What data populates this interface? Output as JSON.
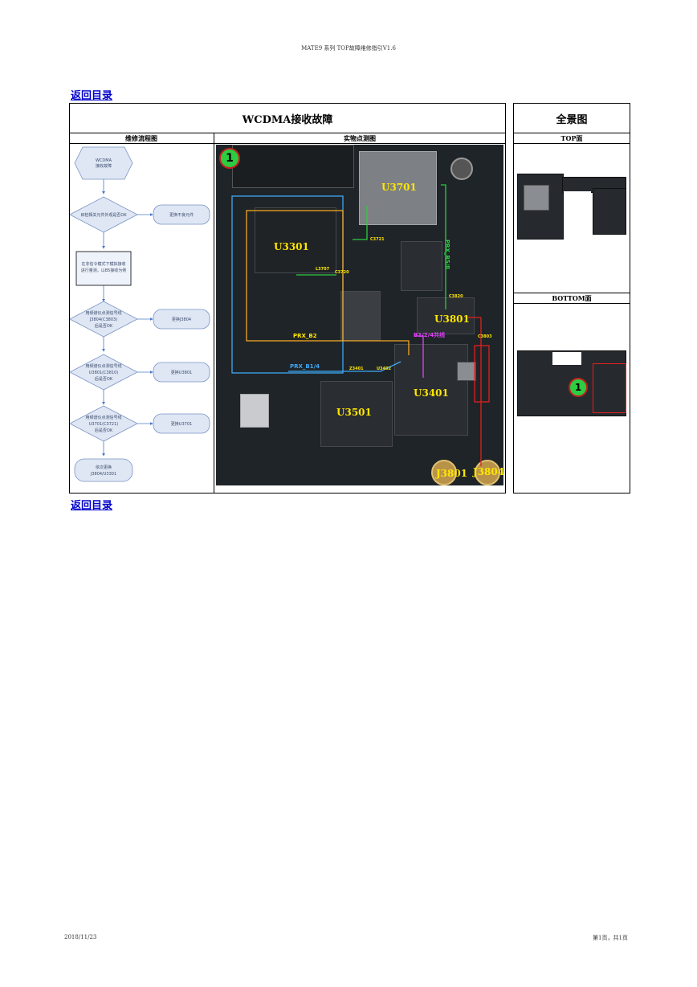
{
  "header": {
    "title": "MATE9 系列 TOP故障维修指引V1.6"
  },
  "nav": {
    "back_top": "返回目录",
    "back_bottom": "返回目录"
  },
  "table": {
    "title": "WCDMA接收故障",
    "overview_title": "全景图",
    "col_flow": "维修流程图",
    "col_photo": "实物点测图",
    "top_label": "TOP面",
    "bottom_label": "BOTTOM面"
  },
  "flowchart": {
    "start": [
      "WCDMA",
      "接收故障"
    ],
    "step1": "目检相关元件外观是否OK",
    "step1_action": "更换不良元件",
    "step2": [
      "在非信令模式下模拟接收",
      "进行量测，以B5接收为例"
    ],
    "step3": [
      "用频谱仪点测信号线",
      "J3804(C3803)",
      "后是否OK"
    ],
    "step3_action": "更换J3804",
    "step4": [
      "用频谱仪点测信号线",
      "U3801(C3810)",
      "后是否OK"
    ],
    "step4_action": "更换U3801",
    "step5": [
      "用频谱仪点测信号线",
      "U3701(C3721)",
      "后是否OK"
    ],
    "step5_action": "更换U3701",
    "end": [
      "依次更换",
      "J3804/U3301"
    ]
  },
  "photo": {
    "marker": "1",
    "labels": {
      "u3701": "U3701",
      "u3301": "U3301",
      "u3801": "U3801",
      "u3401": "U3401",
      "u3501": "U3501",
      "j3801": "J3801",
      "j3804": "J3804",
      "c3721": "C3721",
      "l3707": "L3707",
      "c3720": "C3720",
      "c3820": "C3820",
      "c3803": "C3803",
      "prx_b2": "PRX_B2",
      "prx_b1": "PRX_B1/4",
      "prx_b5": "PRX_B5/8",
      "b124": "B1/2/4共线",
      "z3401": "Z3401",
      "u3402": "U3402"
    }
  },
  "overview": {
    "marker": "1"
  },
  "footer": {
    "date": "2018/11/23",
    "page": "第1页，共1页"
  },
  "colors": {
    "yellow": "#ffe600",
    "green": "#2ecc40",
    "blue": "#3fa9f5",
    "orange": "#f5a623",
    "magenta": "#e040fb",
    "red": "#e02020"
  }
}
